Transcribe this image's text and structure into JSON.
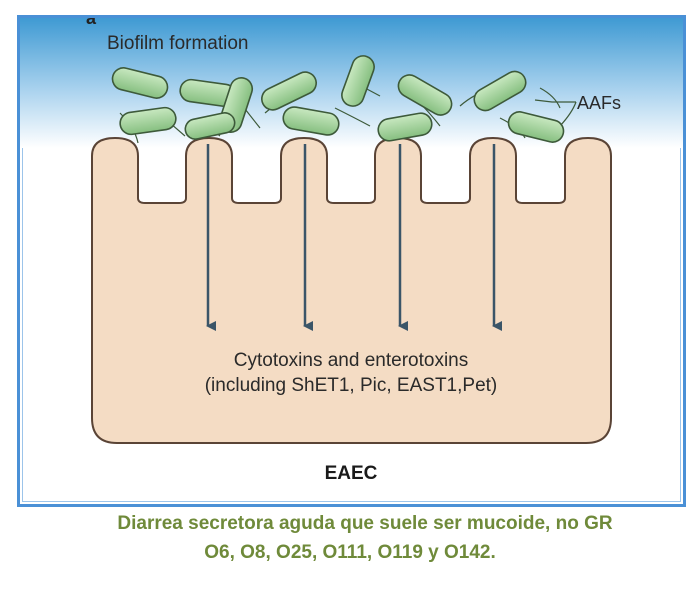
{
  "diagram": {
    "panel_label": "a",
    "title": "Biofilm formation",
    "aafs_label": "AAFs",
    "toxins_line1": "Cytotoxins and enterotoxins",
    "toxins_line2": "(including ShET1, Pic, EAST1,Pet)",
    "cell_label": "EAEC",
    "colors": {
      "frame": "#4a90d6",
      "biofilm_gradient_top": "#3f9ad3",
      "biofilm_gradient_bottom": "#ffffff",
      "cell_fill": "#f4dcc4",
      "bacteria_fill": "#9fcf9a",
      "arrow": "#3a5568",
      "caption": "#6f8a3a"
    }
  },
  "caption": {
    "line1": "Diarrea secretora aguda que suele ser mucoide, no GR",
    "line2": "O6, O8, O25, O111, O119 y O142."
  }
}
